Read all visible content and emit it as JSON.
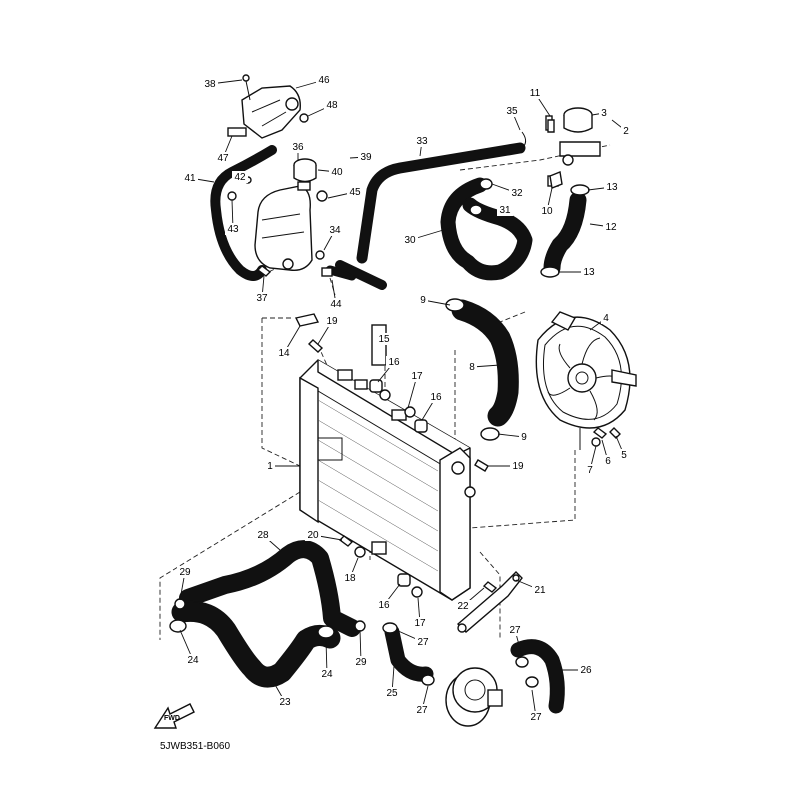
{
  "diagram": {
    "ref_code": "5JWB351-B060",
    "fwd_label": "FWD",
    "line_color": "#111111",
    "background": "#ffffff"
  },
  "callouts": [
    "1",
    "2",
    "3",
    "4",
    "5",
    "6",
    "7",
    "8",
    "9",
    "9",
    "10",
    "11",
    "12",
    "13",
    "13",
    "14",
    "15",
    "16",
    "16",
    "16",
    "17",
    "17",
    "18",
    "19",
    "19",
    "20",
    "21",
    "22",
    "23",
    "24",
    "24",
    "25",
    "26",
    "27",
    "27",
    "27",
    "27",
    "28",
    "29",
    "29",
    "30",
    "31",
    "32",
    "33",
    "34",
    "35",
    "36",
    "37",
    "38",
    "39",
    "40",
    "41",
    "42",
    "43",
    "44",
    "45",
    "46",
    "47",
    "48"
  ]
}
